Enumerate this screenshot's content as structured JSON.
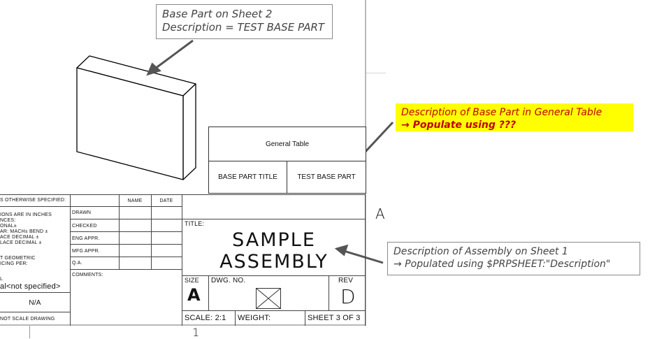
{
  "callouts": {
    "base_part": {
      "line1": "Base Part on Sheet 2",
      "line2": "Description = TEST BASE PART"
    },
    "general_table": {
      "line1": "Description of Base Part in General Table",
      "line2": "→ Populate using ???"
    },
    "assembly": {
      "line1": "Description of Assembly on Sheet 1",
      "line2": "→ Populated using $PRPSHEET:\"Description\""
    }
  },
  "general_table": {
    "header": "General Table",
    "cell_title": "BASE PART TITLE",
    "cell_value": "TEST BASE PART"
  },
  "title_block": {
    "left_lines": [
      "S OTHERWISE SPECIFIED:",
      "IONS ARE IN INCHES",
      "NCES:",
      "ONAL±",
      "AR: MACH±   BEND ±",
      "ACE DECIMAL   ±",
      "LACE DECIMAL  ±",
      "T GEOMETRIC",
      "ICING PER:",
      "L",
      "al<not specified>",
      "N/A",
      "NOT SCALE DRAWING"
    ],
    "col_name": "NAME",
    "col_date": "DATE",
    "rows": [
      "DRAWN",
      "CHECKED",
      "ENG APPR.",
      "MFG APPR.",
      "Q.A.",
      "COMMENTS:"
    ],
    "title_label": "TITLE:",
    "title_line1": "SAMPLE",
    "title_line2": "ASSEMBLY",
    "size_label": "SIZE",
    "size_value": "A",
    "dwg_label": "DWG.  NO.",
    "rev_label": "REV",
    "rev_value": "D",
    "scale": "SCALE: 2:1",
    "weight": "WEIGHT:",
    "sheet": "SHEET 3 OF 3"
  },
  "zone_letter": "A",
  "zone_number": "1",
  "colors": {
    "callout_highlight": "#ffff00",
    "callout_text_red": "#c00000",
    "arrow": "#555555"
  }
}
